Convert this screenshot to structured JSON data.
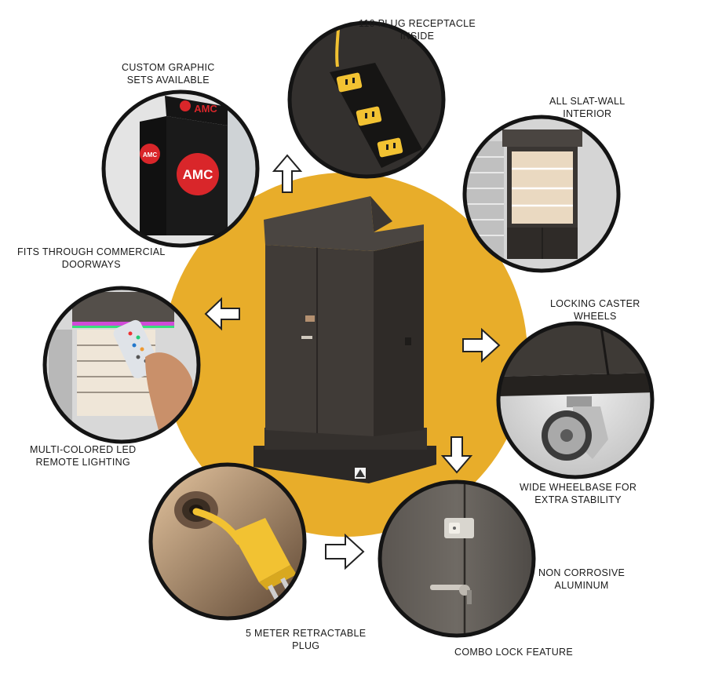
{
  "colors": {
    "background": "#ffffff",
    "center_disc": "#e8ad2a",
    "cabinet": "#3d3935",
    "circle_border": "#141414",
    "plug_yellow": "#f2c232",
    "arrow_fill": "#ffffff",
    "arrow_stroke": "#222222",
    "amc_red": "#d9262a"
  },
  "cabinet_logo": "AMC",
  "features": [
    {
      "id": "receptacle",
      "lines": [
        "110 PLUG RECEPTACLE",
        "INSIDE"
      ],
      "icon": "power-strip-icon"
    },
    {
      "id": "graphics",
      "lines": [
        "CUSTOM GRAPHIC",
        "SETS AVAILABLE"
      ],
      "icon": "amc-kiosk-icon"
    },
    {
      "id": "slatwall",
      "lines": [
        "ALL SLAT-WALL",
        "INTERIOR"
      ],
      "icon": "slat-wall-interior-icon"
    },
    {
      "id": "doorways",
      "lines": [
        "FITS THROUGH COMMERCIAL",
        "DOORWAYS"
      ],
      "icon": "cabinet-icon"
    },
    {
      "id": "casters",
      "lines": [
        "LOCKING CASTER",
        "WHEELS"
      ],
      "icon": "caster-wheel-icon"
    },
    {
      "id": "wheelbase",
      "lines": [
        "WIDE WHEELBASE FOR",
        "EXTRA STABILITY"
      ],
      "icon": "caster-wheel-icon"
    },
    {
      "id": "led",
      "lines": [
        "MULTI-COLORED LED",
        "REMOTE LIGHTING"
      ],
      "icon": "remote-control-icon"
    },
    {
      "id": "aluminum",
      "lines": [
        "NON CORROSIVE",
        "ALUMINUM"
      ],
      "icon": "door-handle-icon"
    },
    {
      "id": "plug",
      "lines": [
        "5 METER RETRACTABLE",
        "PLUG"
      ],
      "icon": "power-plug-icon"
    },
    {
      "id": "lock",
      "lines": [
        "COMBO LOCK FEATURE"
      ],
      "icon": "combo-lock-icon"
    }
  ]
}
